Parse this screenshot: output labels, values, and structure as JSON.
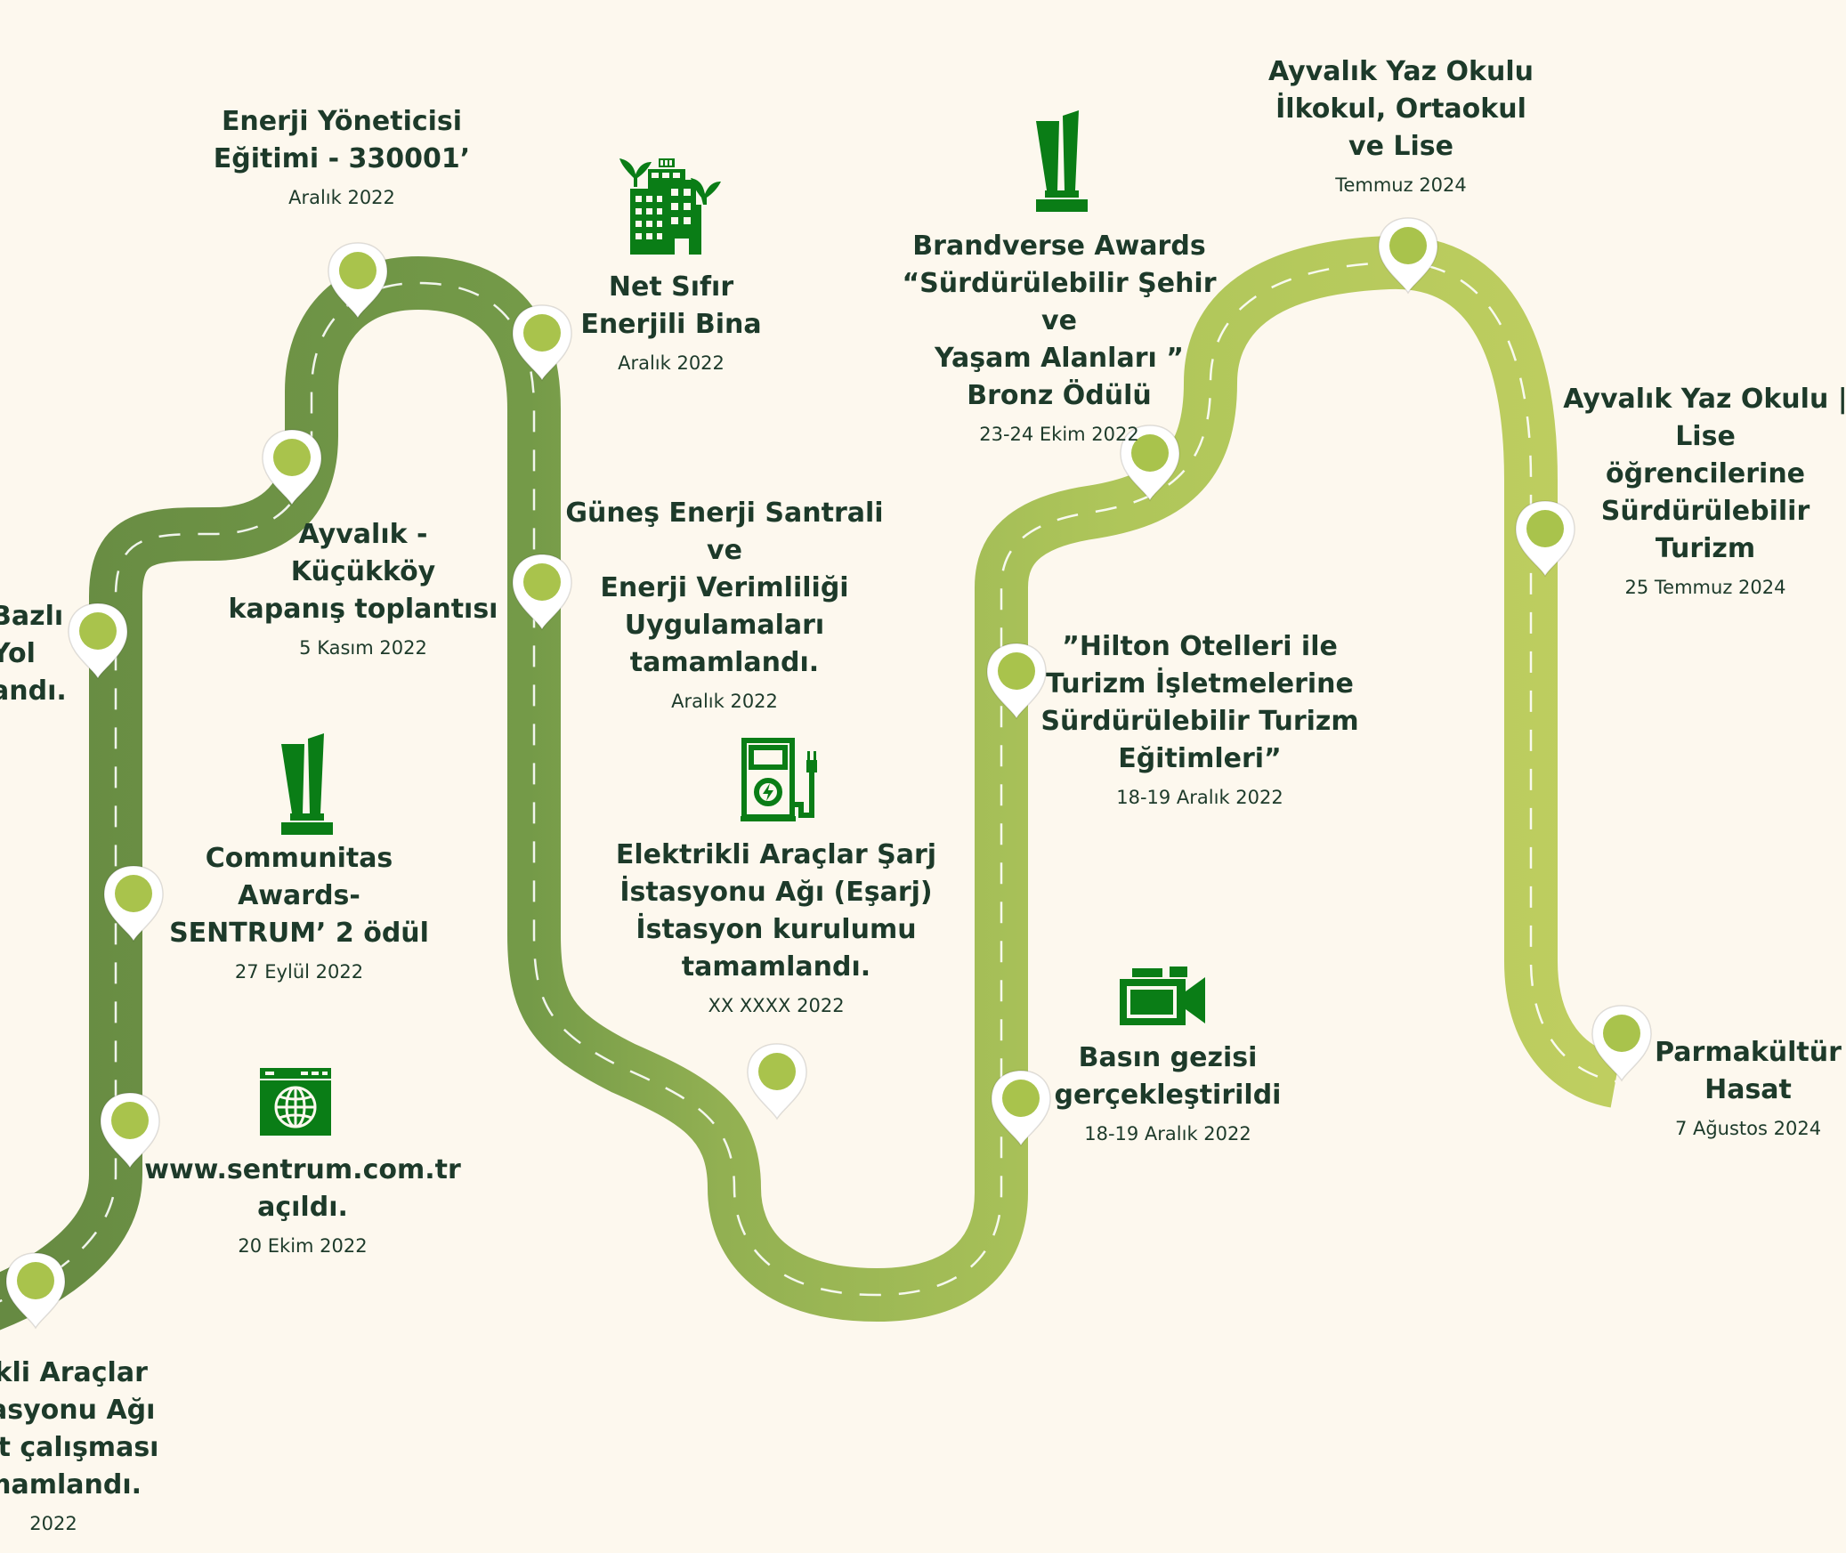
{
  "colors": {
    "background": "#fdf8ee",
    "road_dark": "#6a8f45",
    "road_light": "#b8cb5c",
    "icon_green": "#0a7d16",
    "pin_dot": "#a9c34c",
    "text": "#1d3a2a"
  },
  "milestones": [
    {
      "title": "trikli Araçlar\nistasyonu Ağı\n etüt çalışması\namamlandı.",
      "date": "2022"
    },
    {
      "title": "Bazlı\nYol\nandı.",
      "date": ""
    },
    {
      "title": "Enerji Yöneticisi\nEğitimi - 330001’",
      "date": "Aralık 2022"
    },
    {
      "title": "Net Sıfır\nEnerjili Bina",
      "date": "Aralık 2022"
    },
    {
      "title": "Ayvalık -\nKüçükköy\nkapanış toplantısı",
      "date": "5 Kasım 2022"
    },
    {
      "title": "Güneş Enerji Santrali ve\nEnerji Verimliliği\nUygulamaları\ntamamlandı.",
      "date": "Aralık 2022"
    },
    {
      "title": "Communitas\nAwards-\nSENTRUM’ 2 ödül",
      "date": "27 Eylül 2022"
    },
    {
      "title": "www.sentrum.com.tr\naçıldı.",
      "date": "20 Ekim 2022"
    },
    {
      "title": "Elektrikli Araçlar Şarj\nİstasyonu Ağı (Eşarj)\nİstasyon kurulumu\ntamamlandı.",
      "date": "XX XXXX 2022"
    },
    {
      "title": "Brandverse Awards\n“Sürdürülebilir Şehir ve\nYaşam Alanları ”\nBronz Ödülü",
      "date": "23-24 Ekim 2022"
    },
    {
      "title": "”Hilton Otelleri ile\nTurizm İşletmelerine\nSürdürülebilir Turizm\nEğitimleri”",
      "date": "18-19 Aralık 2022"
    },
    {
      "title": "Basın gezisi\ngerçekleştirildi",
      "date": "18-19 Aralık 2022"
    },
    {
      "title": "Ayvalık Yaz Okulu\nİlkokul, Ortaokul\nve Lise",
      "date": "Temmuz 2024"
    },
    {
      "title": "Ayvalık Yaz Okulu | Lise\nöğrencilerine\nSürdürülebilir Turizm",
      "date": "25 Temmuz 2024"
    },
    {
      "title": "Parmakültür\nHasat",
      "date": "7 Ağustos 2024"
    }
  ],
  "icons": [
    "green-building-icon",
    "trophy-icon",
    "ev-charger-icon",
    "trophy-icon",
    "website-globe-icon",
    "video-camera-icon"
  ]
}
